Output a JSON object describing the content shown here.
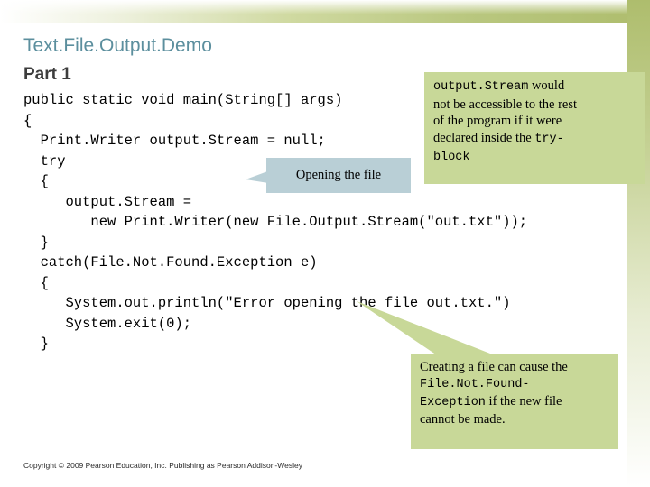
{
  "slide": {
    "title": "Text.File.Output.Demo",
    "subtitle": "Part 1",
    "footer": "Copyright © 2009 Pearson Education, Inc. Publishing as Pearson Addison-Wesley",
    "code": "public static void main(String[] args)\n{\n  Print.Writer output.Stream = null;\n  try\n  {\n     output.Stream =\n        new Print.Writer(new File.Output.Stream(\"out.txt\"));\n  }\n  catch(File.Not.Found.Exception e)\n  {\n     System.out.println(\"Error opening the file out.txt.\")\n     System.exit(0);\n  }",
    "callouts": {
      "opening": {
        "text": "Opening the file"
      },
      "scope": {
        "line1_mono": "output.Stream",
        "line1_rest": " would",
        "line2": "not be accessible to the rest",
        "line3": "of the program if it were",
        "line4_pre": "declared inside the ",
        "line4_mono": "try-",
        "line5_mono": "block"
      },
      "creating": {
        "line1": "Creating a file can cause the",
        "line2_mono": "File.Not.Found-",
        "line3_mono": "Exception",
        "line3_rest": " if the new file",
        "line4": "cannot be made."
      }
    },
    "colors": {
      "title": "#5c8f9e",
      "callout_green": "#c8d898",
      "callout_blue": "#b9cfd6",
      "band": "#aebd6d"
    }
  }
}
